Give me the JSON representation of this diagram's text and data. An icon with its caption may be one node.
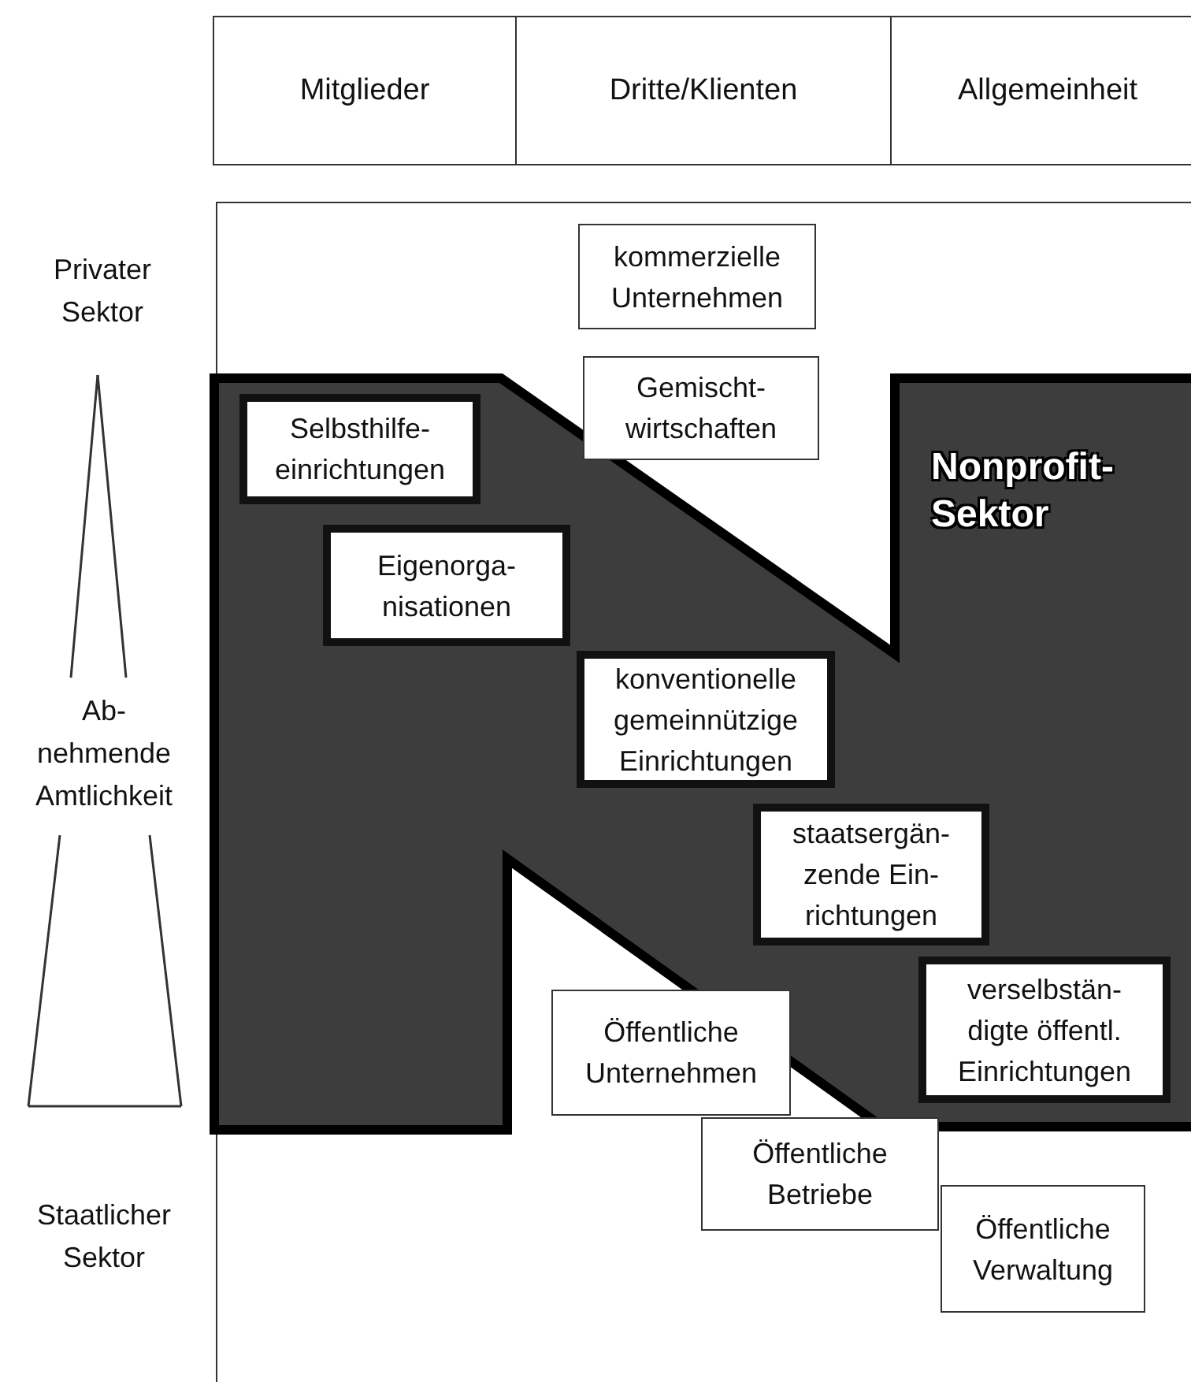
{
  "diagram": {
    "nodes": [
      {
        "text": [
          "Mitglieder"
        ]
      },
      {
        "text": [
          "Dritte/Klienten"
        ]
      },
      {
        "text": [
          "Allgemeinheit"
        ]
      },
      {
        "text": [
          "kommerzielle Unternehmen"
        ]
      },
      {
        "text": [
          "Gemischt- wirtschaften"
        ]
      },
      {
        "text": [
          "Nonprofit- Sektor"
        ]
      },
      {
        "text": [
          "Selbsthilfe- einrichtungen"
        ],
        "in": 5
      },
      {
        "text": [
          "Eigenorga- nisationen"
        ],
        "in": 5
      },
      {
        "text": [
          "konventionelle gemeinnützige Einrichtungen"
        ],
        "in": 5
      },
      {
        "text": [
          "staatsergän- zende Ein- richtungen"
        ],
        "in": 5
      },
      {
        "text": [
          "verselbstän- digte öffentl. Einrichtungen"
        ],
        "in": 5
      },
      {
        "text": [
          "Öffentliche Unternehmen"
        ]
      },
      {
        "text": [
          "Öffentliche Betriebe"
        ]
      },
      {
        "text": [
          "Öffentliche Verwaltung"
        ]
      }
    ],
    "edges": [],
    "labels": [
      "Privater Sektor",
      "Ab- nehmende Amtlichkeit",
      "Staatlicher Sektor"
    ]
  }
}
